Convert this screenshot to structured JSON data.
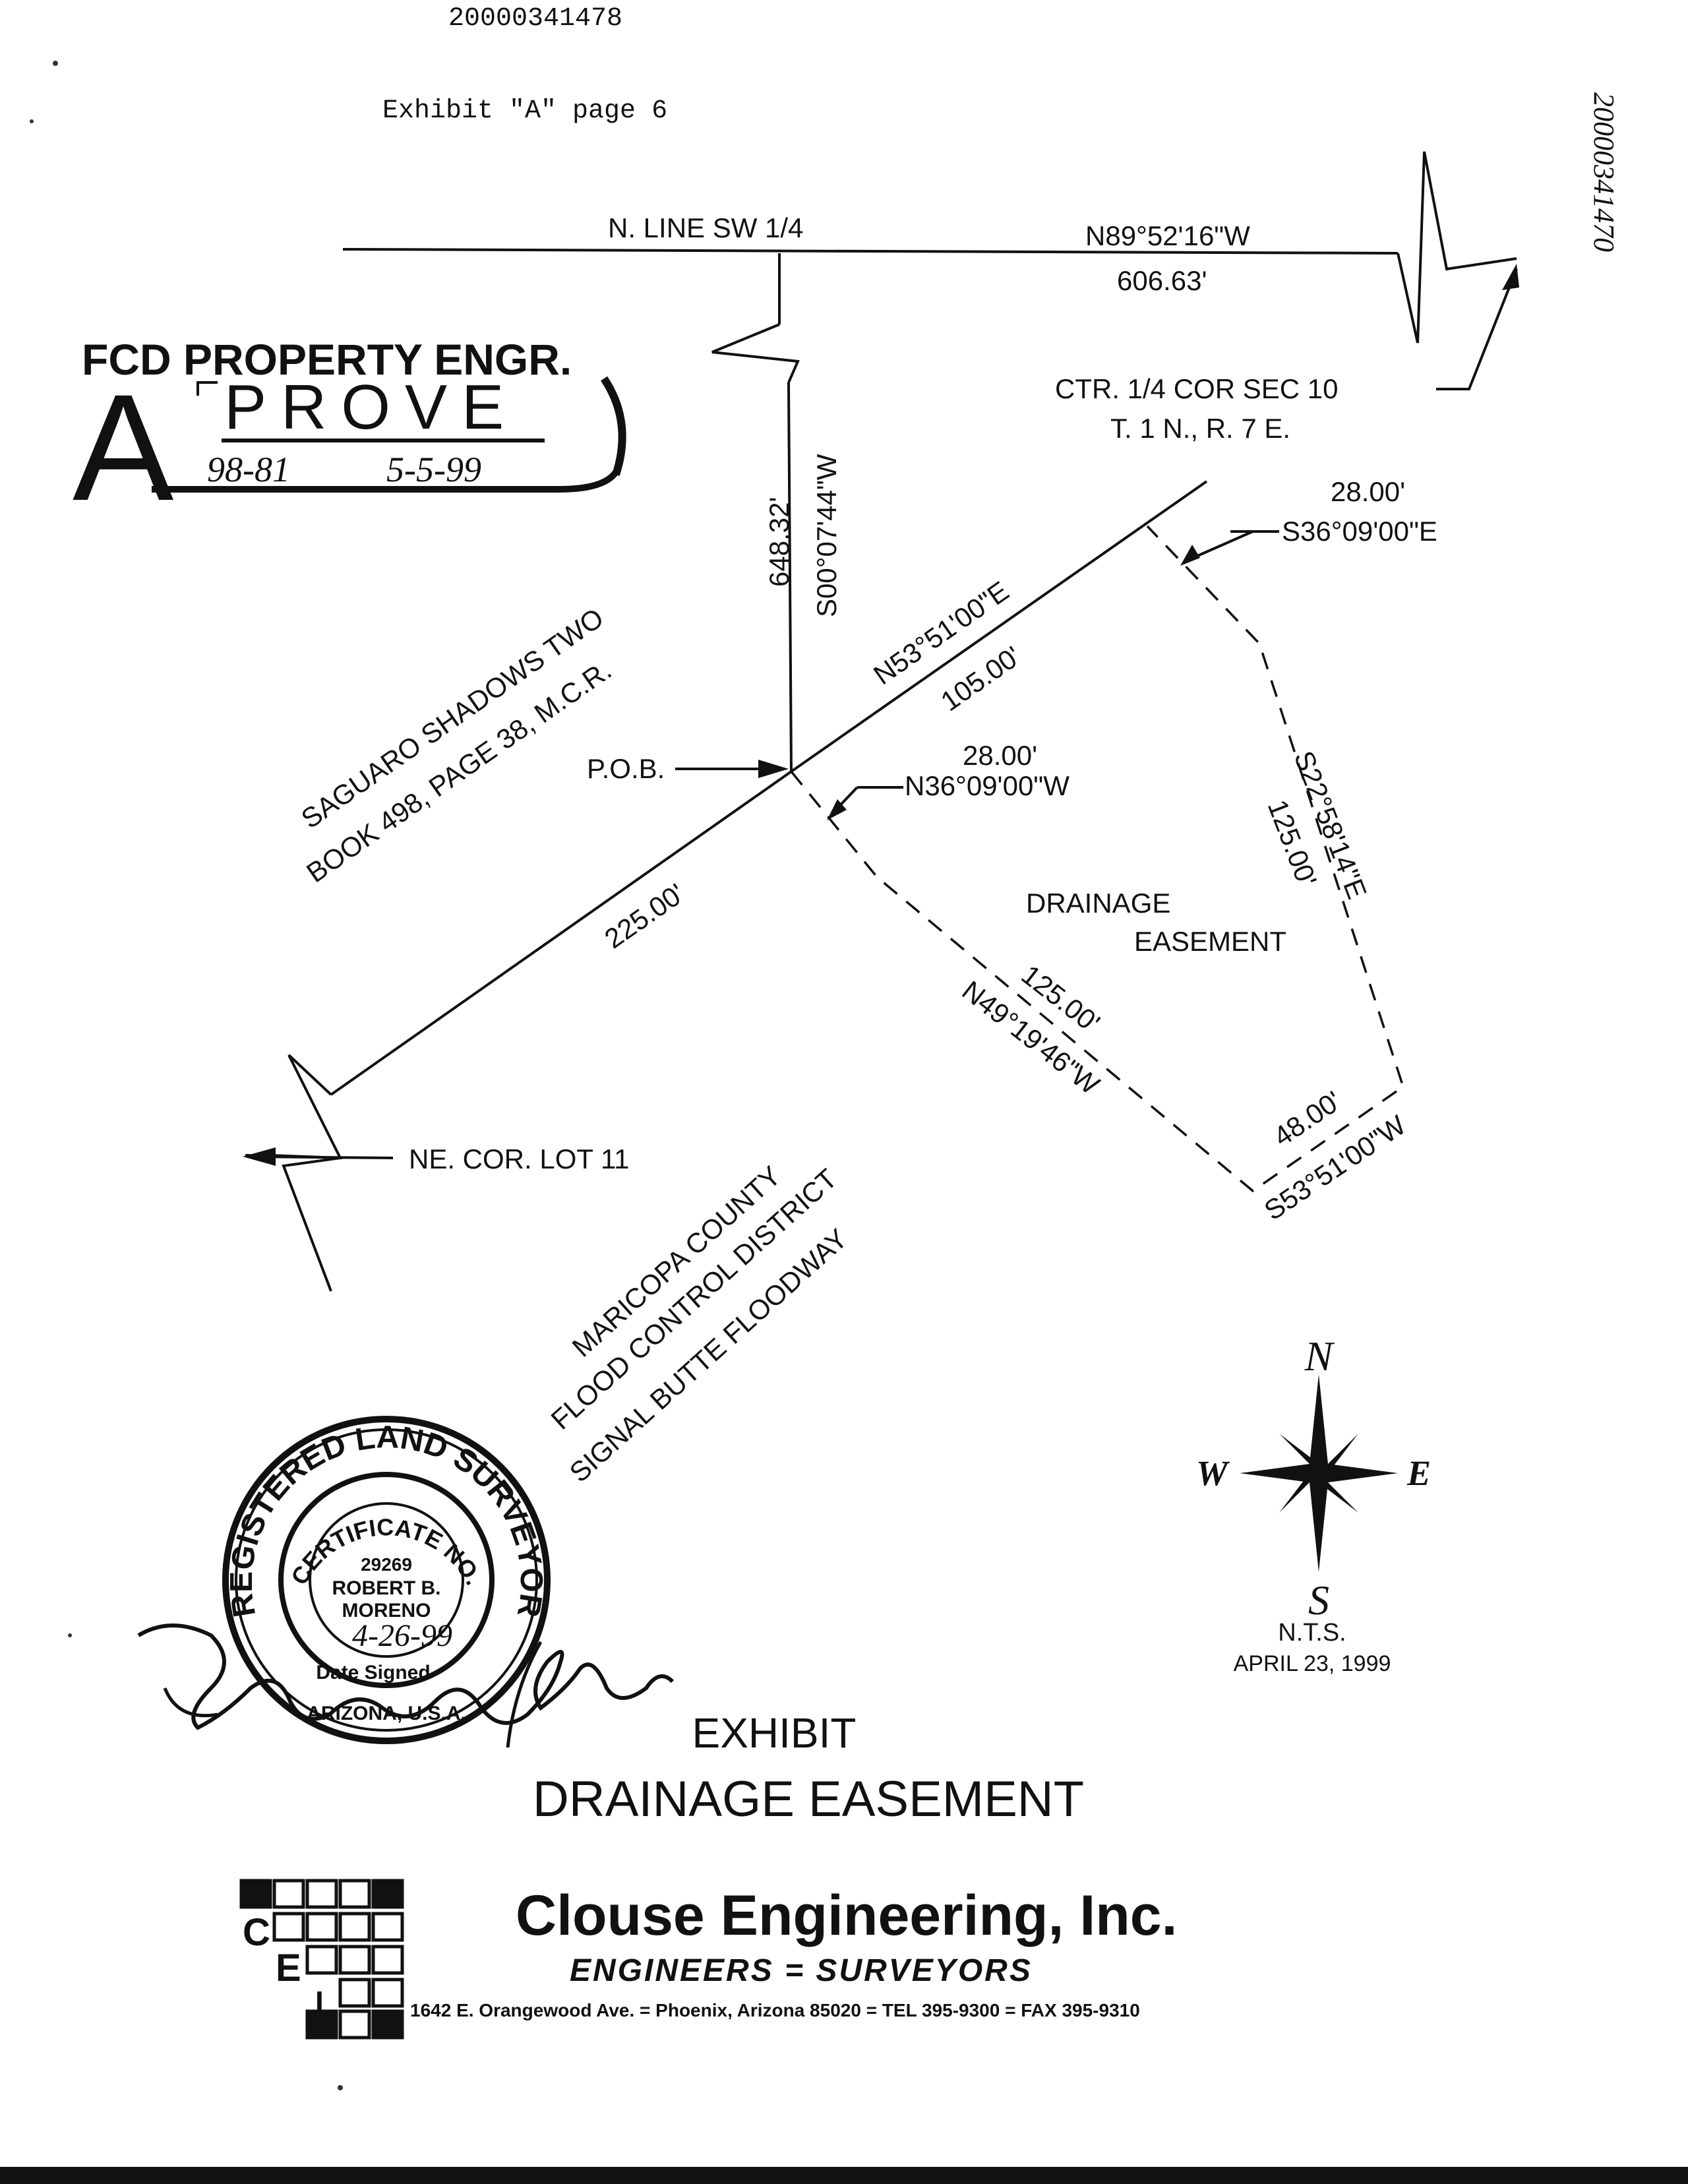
{
  "header": {
    "doc_number": "20000341478",
    "side_stamp": "20000341470",
    "exhibit_page": "Exhibit \"A\" page 6"
  },
  "approval_stamp": {
    "heading": "FCD PROPERTY ENGR.",
    "big_letter": "A",
    "word": "PROVE",
    "handwritten_number": "98-81",
    "handwritten_date": "5-5-99"
  },
  "survey_labels": {
    "north_line": "N. LINE SW 1/4",
    "north_bearing": "N89°52'16\"W",
    "north_distance": "606.63'",
    "corner_line1": "CTR. 1/4 COR SEC 10",
    "corner_line2": "T. 1 N., R. 7 E.",
    "vertical_distance": "648.32'",
    "vertical_bearing": "S00°07'44\"W",
    "subdivision_line1": "SAGUARO SHADOWS TWO",
    "subdivision_line2": "BOOK 498, PAGE 38, M.C.R.",
    "pob": "P.O.B.",
    "diag_bearing": "N53°51'00\"E",
    "diag_distance": "105.00'",
    "top_width": "28.00'",
    "top_bearing": "S36°09'00\"E",
    "pob_width": "28.00'",
    "pob_bearing": "N36°09'00\"W",
    "sw_distance": "225.00'",
    "right_bearing": "S22°58'14\"E",
    "right_distance": "125.00'",
    "easement_line1": "DRAINAGE",
    "easement_line2": "EASEMENT",
    "left_distance": "125.00'",
    "left_bearing": "N49°19'46\"W",
    "bottom_distance": "48.00'",
    "bottom_bearing": "S53°51'00\"W",
    "ne_corner": "NE. COR. LOT 11",
    "district_line1": "MARICOPA COUNTY",
    "district_line2": "FLOOD CONTROL DISTRICT",
    "district_line3": "SIGNAL  BUTTE  FLOODWAY"
  },
  "compass": {
    "n": "N",
    "s": "S",
    "e": "E",
    "w": "W"
  },
  "scale_note": "N.T.S.",
  "drawing_date": "APRIL 23, 1999",
  "seal": {
    "ring_top": "REGISTERED LAND SURVEYOR",
    "inner_ring": "CERTIFICATE NO.",
    "number": "29269",
    "name_line1": "ROBERT B.",
    "name_line2": "MORENO",
    "date_signed": "4-26-99",
    "date_label": "Date Signed",
    "state": "ARIZONA, U.S.A."
  },
  "title": {
    "line1": "EXHIBIT",
    "line2": "DRAINAGE EASEMENT"
  },
  "company": {
    "logo_letters": [
      "C",
      "E",
      "I"
    ],
    "name": "Clouse Engineering, Inc.",
    "tagline": "ENGINEERS = SURVEYORS",
    "address": "1642 E. Orangewood Ave. = Phoenix, Arizona 85020 = TEL 395-9300 = FAX 395-9310"
  }
}
